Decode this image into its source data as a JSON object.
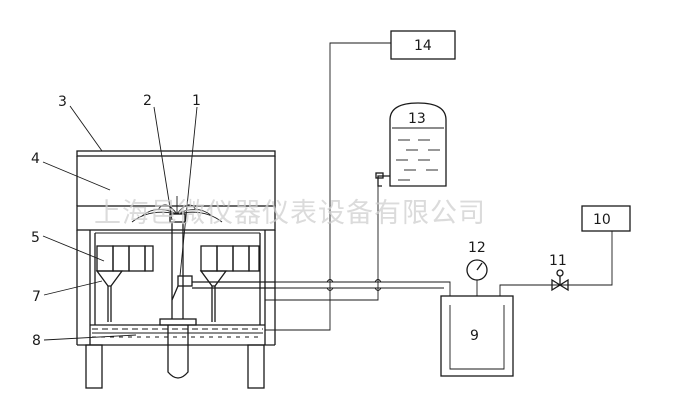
{
  "diagram": {
    "labels": {
      "l1": "1",
      "l2": "2",
      "l3": "3",
      "l4": "4",
      "l5": "5",
      "l7": "7",
      "l8": "8",
      "l9": "9",
      "l10": "10",
      "l11": "11",
      "l12": "12",
      "l13": "13",
      "l14": "14"
    },
    "watermark": "上海邑微仪器仪表设备有限公司"
  }
}
